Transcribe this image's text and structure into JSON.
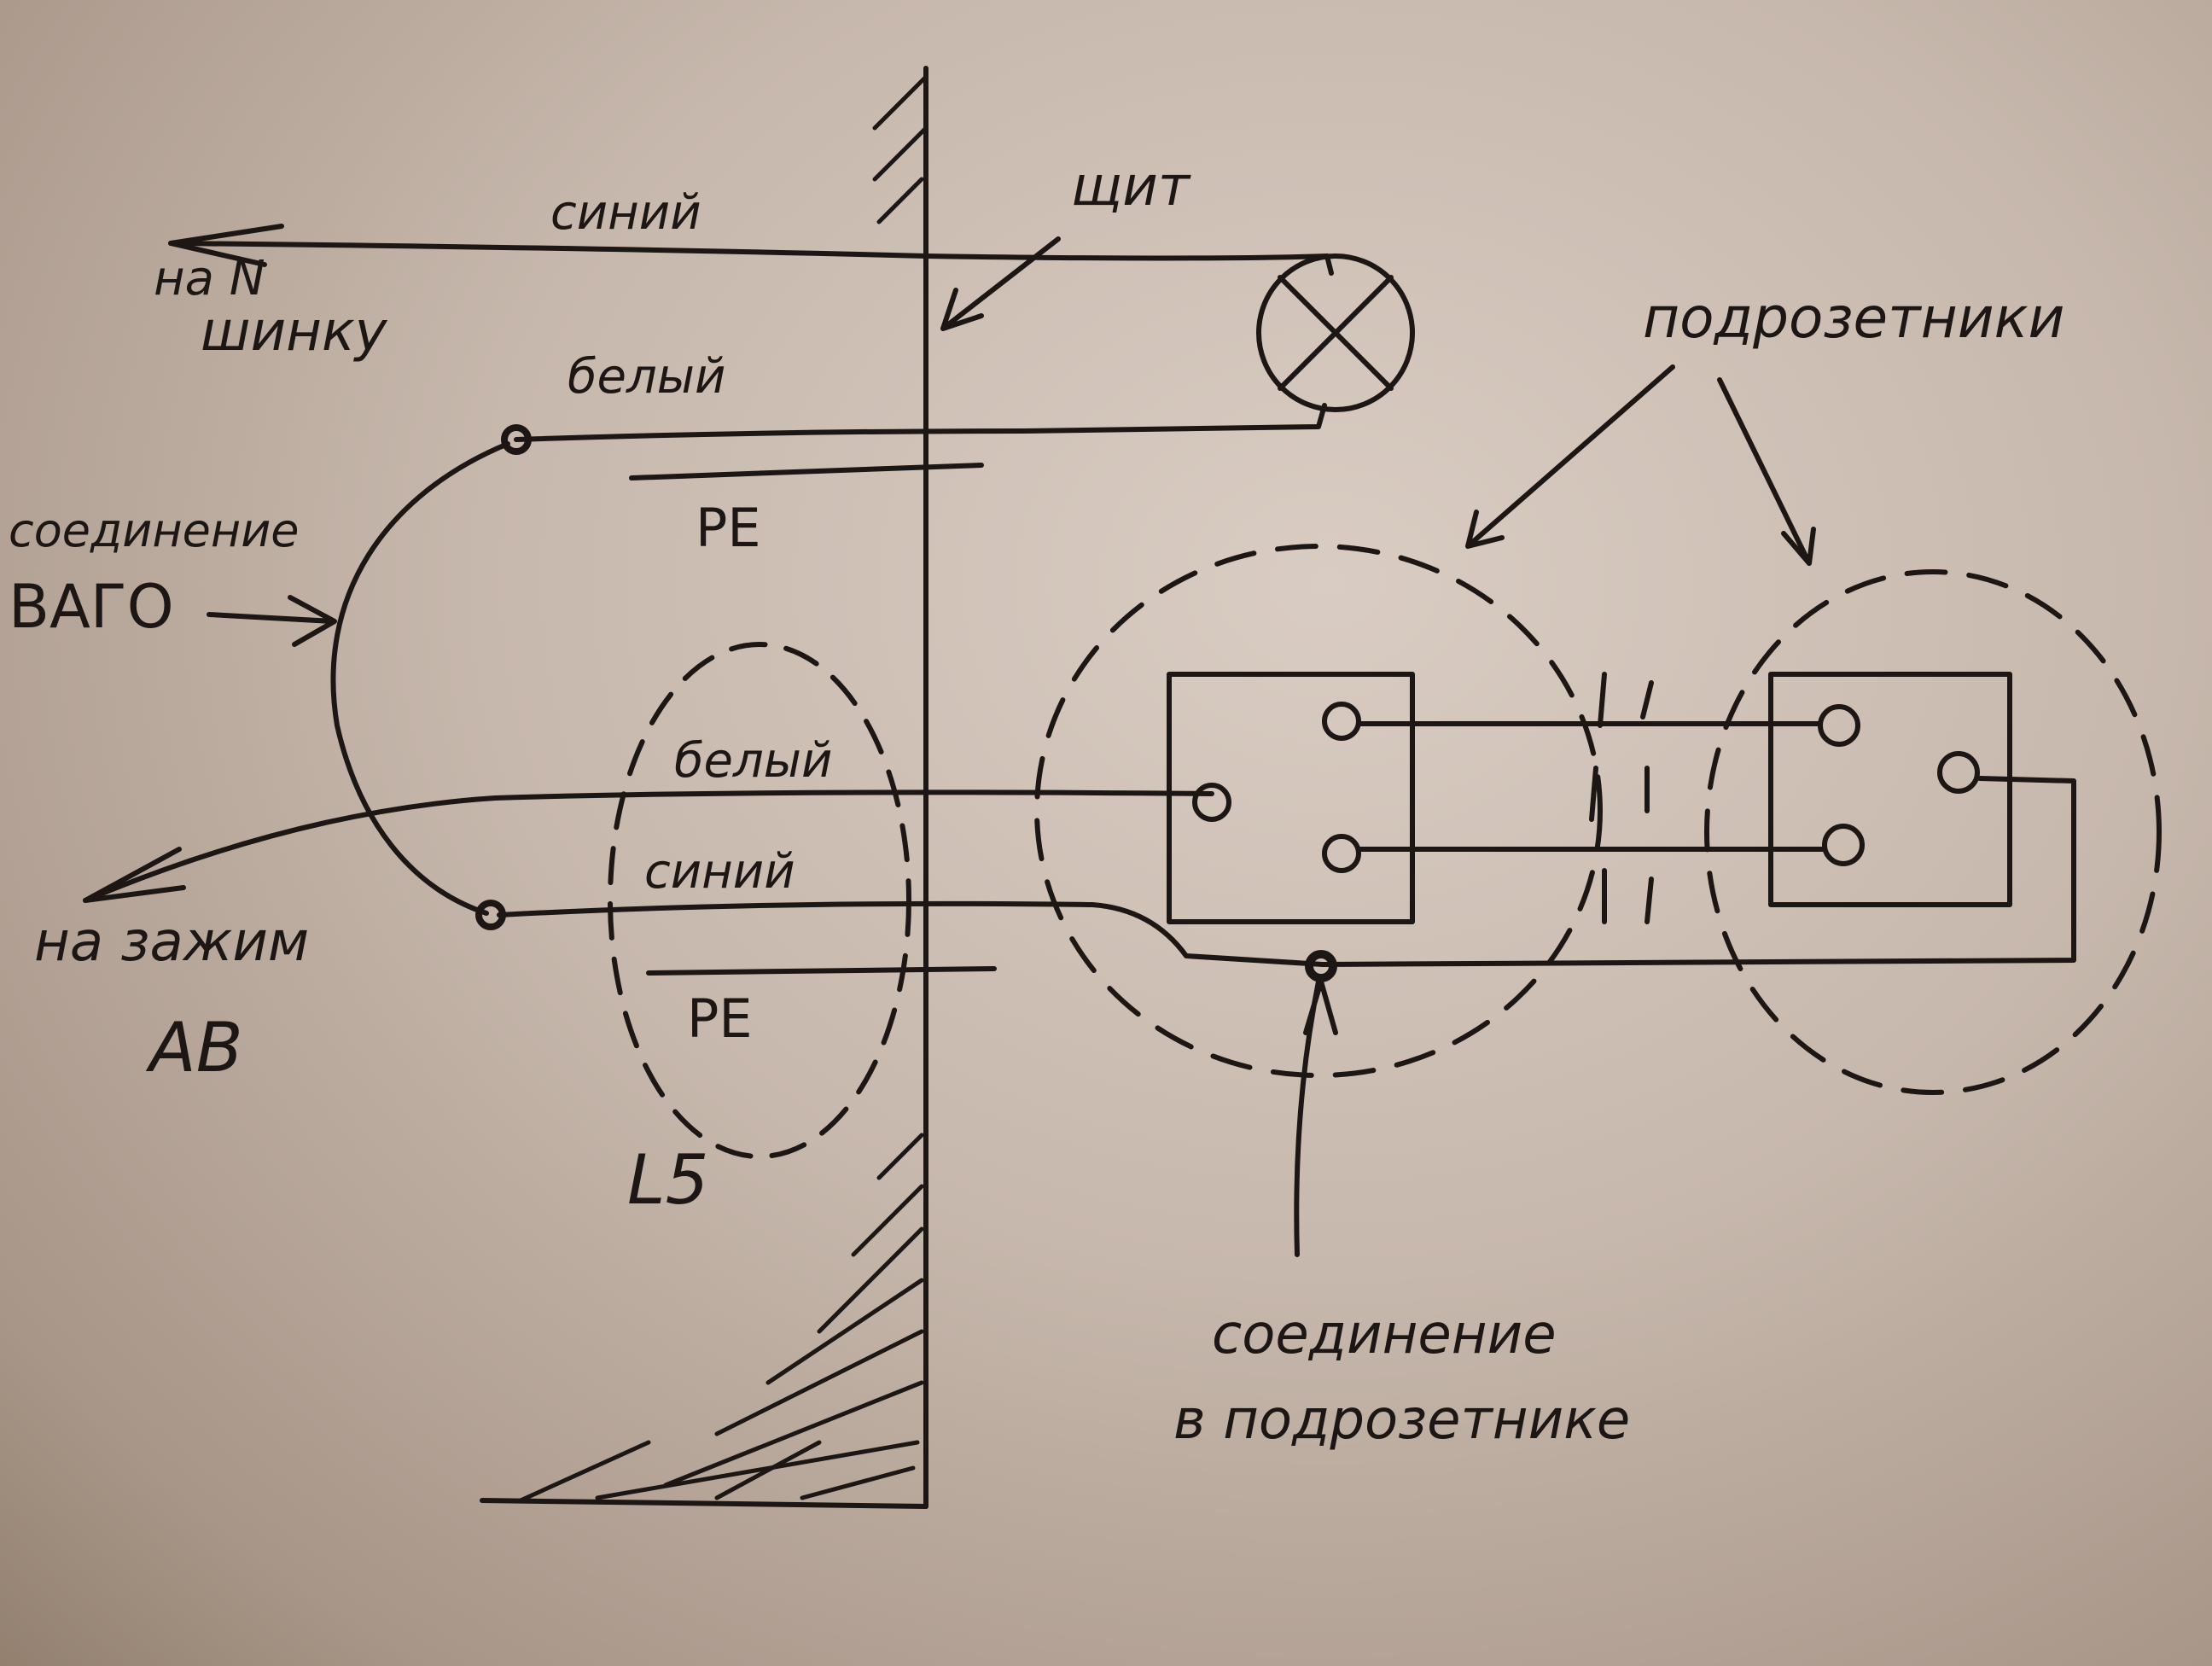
{
  "labels": {
    "siniy_top": "синий",
    "na_N": "на N",
    "shinku": "шинку",
    "shchit": "щит",
    "beliy_top": "белый",
    "pe_top": "PE",
    "soedinenie_vago_1": "соединение",
    "soedinenie_vago_2": "ВАГО",
    "beliy_mid": "белый",
    "siniy_mid": "синий",
    "na_zazhim": "на зажим",
    "ab": "АВ",
    "pe_bottom": "PE",
    "l5": "L5",
    "podrozetniki": "подрозетники",
    "soedinenie_podr_1": "соединение",
    "soedinenie_podr_2": "в подрозетнике"
  },
  "colors": {
    "ink": "#1c1714",
    "paper": "#c9bbb0"
  }
}
